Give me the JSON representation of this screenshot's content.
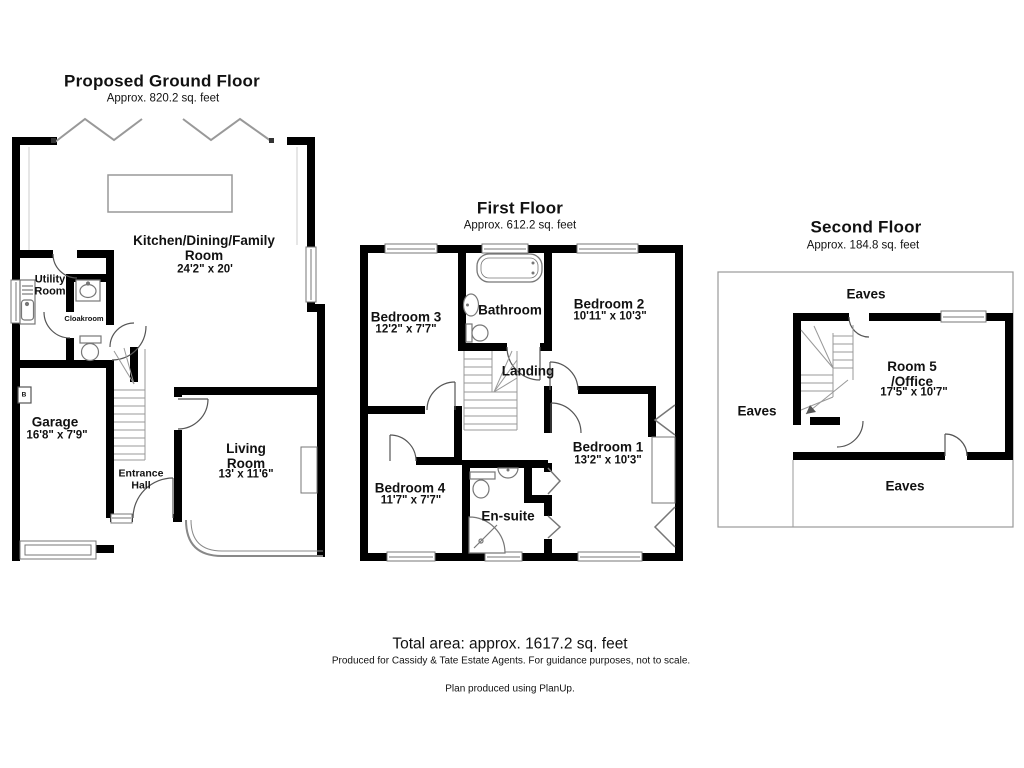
{
  "ground_floor": {
    "title": "Proposed Ground Floor",
    "subtitle": "Approx. 820.2 sq. feet",
    "rooms": {
      "kitchen": {
        "name": "Kitchen/Dining/Family\nRoom",
        "dims": "24'2\" x 20'"
      },
      "utility": {
        "name": "Utility\nRoom"
      },
      "cloakroom": {
        "name": "Cloakroom"
      },
      "garage": {
        "name": "Garage",
        "dims": "16'8\" x 7'9\""
      },
      "entrance_hall": {
        "name": "Entrance\nHall"
      },
      "living_room": {
        "name": "Living\nRoom",
        "dims": "13' x 11'6\""
      },
      "boiler": {
        "label": "B"
      }
    }
  },
  "first_floor": {
    "title": "First Floor",
    "subtitle": "Approx. 612.2 sq. feet",
    "rooms": {
      "bedroom3": {
        "name": "Bedroom 3",
        "dims": "12'2\" x 7'7\""
      },
      "bathroom": {
        "name": "Bathroom"
      },
      "bedroom2": {
        "name": "Bedroom 2",
        "dims": "10'11\" x 10'3\""
      },
      "landing": {
        "name": "Landing"
      },
      "bedroom4": {
        "name": "Bedroom 4",
        "dims": "11'7\" x 7'7\""
      },
      "ensuite": {
        "name": "En-suite"
      },
      "bedroom1": {
        "name": "Bedroom 1",
        "dims": "13'2\" x 10'3\""
      }
    }
  },
  "second_floor": {
    "title": "Second Floor",
    "subtitle": "Approx. 184.8 sq. feet",
    "rooms": {
      "room5": {
        "name": "Room 5\n/Office",
        "dims": "17'5\" x 10'7\""
      },
      "eaves_top": {
        "name": "Eaves"
      },
      "eaves_left": {
        "name": "Eaves"
      },
      "eaves_bottom": {
        "name": "Eaves"
      }
    }
  },
  "footer": {
    "total_area": "Total area: approx. 1617.2 sq. feet",
    "disclaimer": "Produced for Cassidy & Tate Estate Agents. For guidance purposes, not to scale.",
    "credit": "Plan produced using PlanUp."
  },
  "colors": {
    "wall": "#000000",
    "background": "#ffffff",
    "fixture": "#777777",
    "text": "#111111"
  }
}
